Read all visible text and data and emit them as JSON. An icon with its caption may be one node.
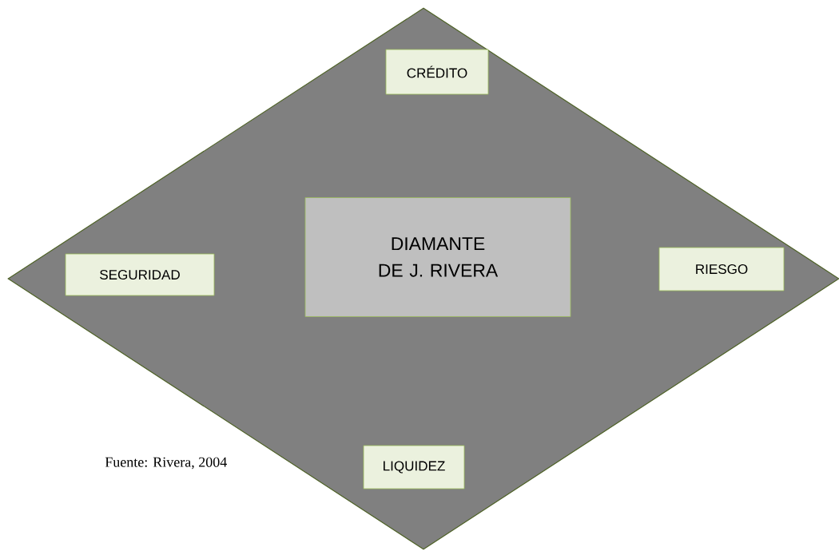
{
  "diagram": {
    "caption": "Fuente: Rivera, 2004",
    "nodes": [
      {
        "text": [],
        "shape": "diamond"
      },
      {
        "text": [
          "CRÉDITO"
        ],
        "in": 0
      },
      {
        "text": [
          "DIAMANTE DE J. RIVERA"
        ],
        "in": 0
      },
      {
        "text": [
          "SEGURIDAD"
        ],
        "in": 0
      },
      {
        "text": [
          "RIESGO"
        ],
        "in": 0
      },
      {
        "text": [
          "LIQUIDEZ"
        ],
        "in": 0
      }
    ]
  }
}
